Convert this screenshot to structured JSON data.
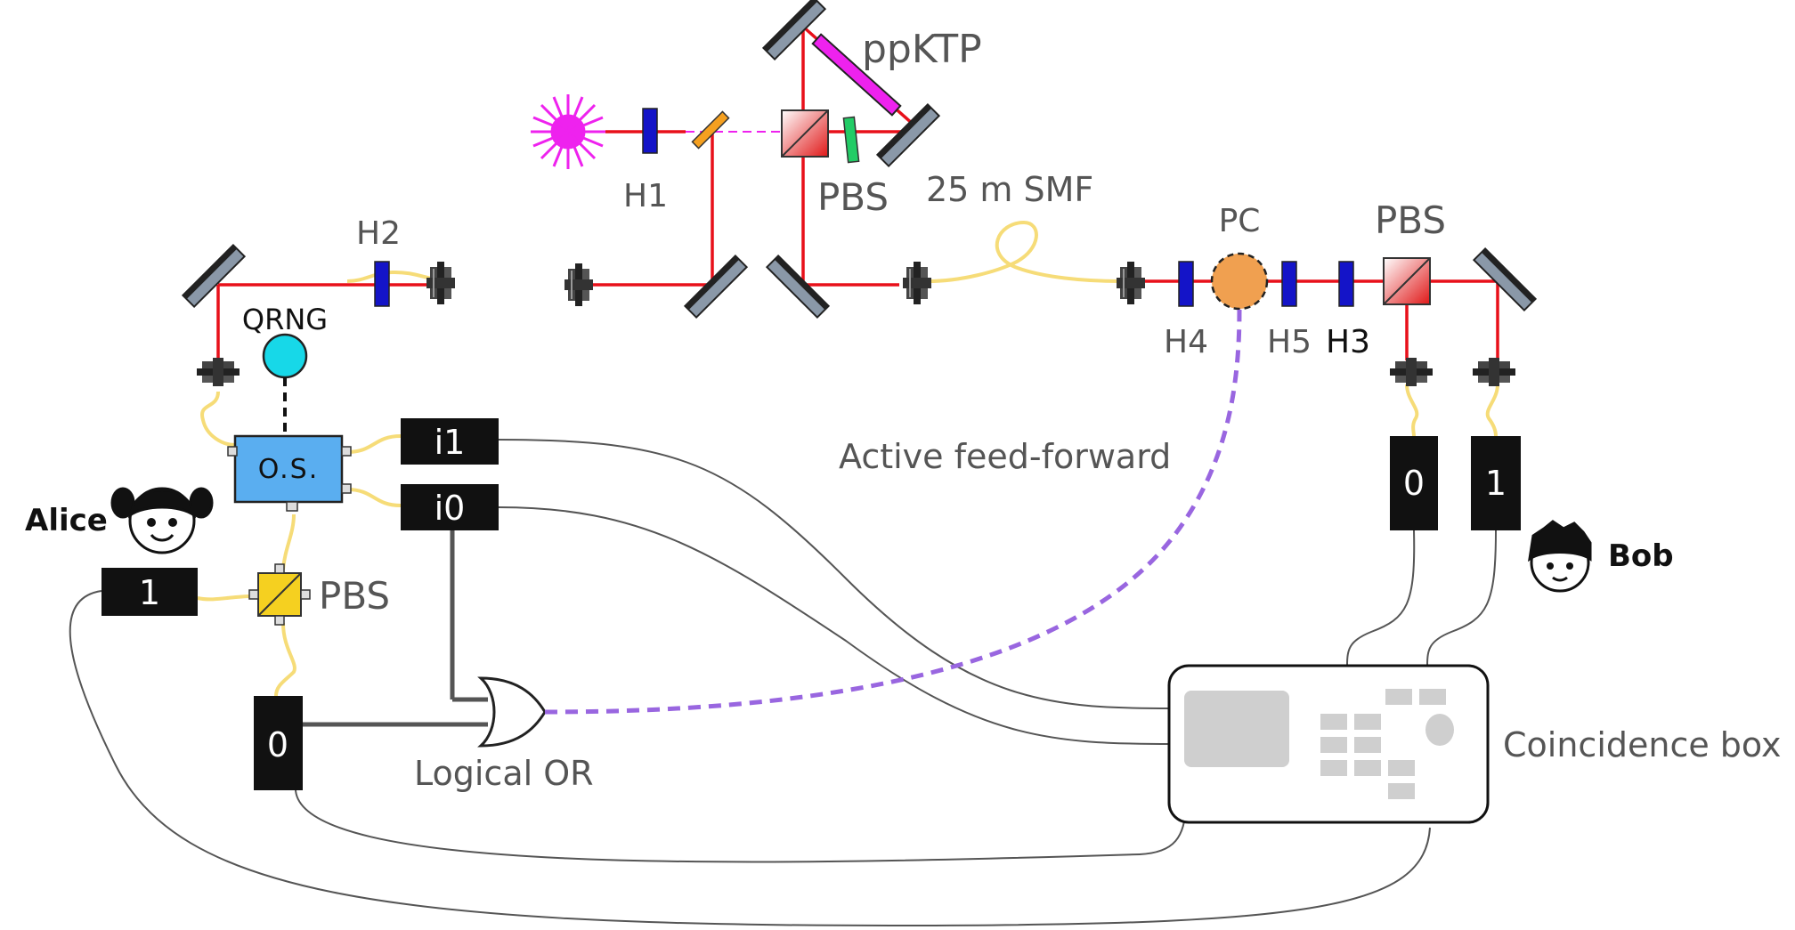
{
  "labels": {
    "ppktp": "ppKTP",
    "h1": "H1",
    "pbs_source": "PBS",
    "smf": "25 m SMF",
    "h2": "H2",
    "pc": "PC",
    "pbs_bob": "PBS",
    "h4": "H4",
    "h5": "H5",
    "h3": "H3",
    "qrng": "QRNG",
    "os": "O.S.",
    "alice": "Alice",
    "bob": "Bob",
    "pbs_alice": "PBS",
    "feed_forward": "Active feed-forward",
    "logical_or": "Logical OR",
    "coincidence": "Coincidence box"
  },
  "detectors": {
    "i1": "i1",
    "i0": "i0",
    "alice_1": "1",
    "alice_0": "0",
    "bob_0": "0",
    "bob_1": "1"
  },
  "colors": {
    "laser_beam": "#e8101a",
    "pump": "#ee22ee",
    "fiber": "#f6dc78",
    "feed_forward": "#9966e0",
    "waveplate": "#1414c8",
    "qrng": "#17d8e8",
    "os_box": "#5aaef0",
    "pc": "#f0a050",
    "pbs_alice": "#f5d020"
  }
}
